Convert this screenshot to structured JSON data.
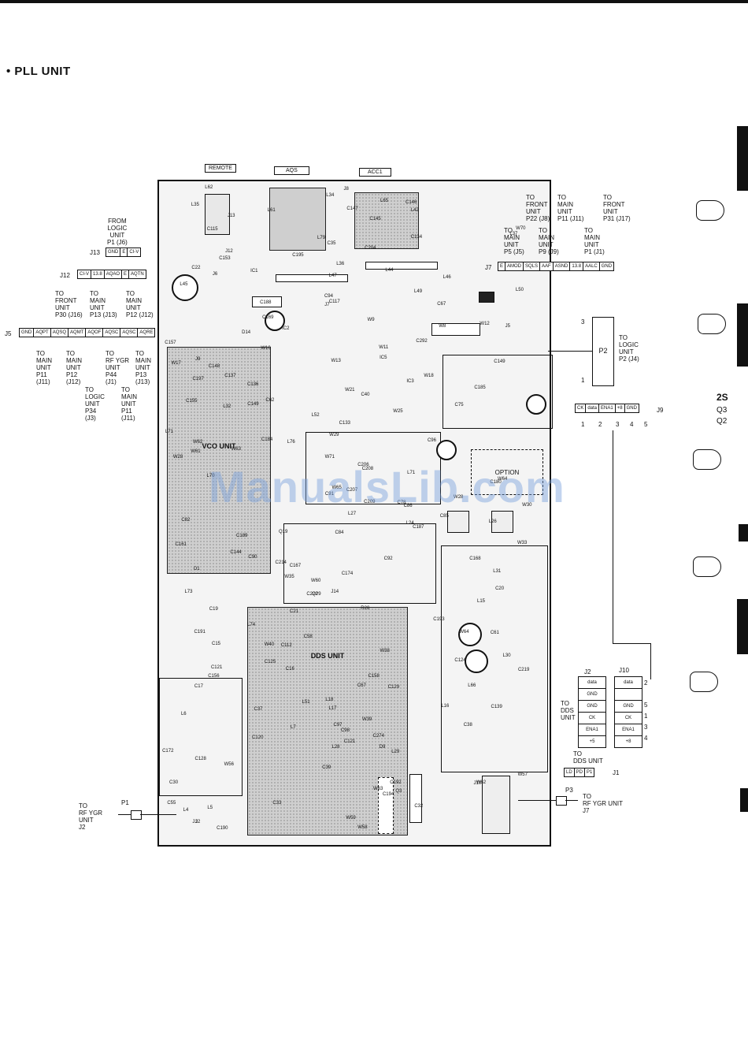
{
  "title": "• PLL UNIT",
  "watermark": "ManualsLib.com",
  "top_tabs": {
    "remote": "REMOTE",
    "aqs": "AQS",
    "acc1": "ACC1"
  },
  "board_units": {
    "vco": "VCO UNIT",
    "dds": "DDS UNIT",
    "option": "OPTION"
  },
  "j13": {
    "from_label": "FROM\nLOGIC\nUNIT\nP1 (J6)",
    "name": "J13",
    "pins": [
      "GND",
      "E",
      "CI-V"
    ]
  },
  "j12": {
    "name": "J12",
    "pins": [
      "CI-V",
      "13.8",
      "AQAO",
      "E",
      "AQTN"
    ],
    "dest": [
      "TO\nFRONT\nUNIT\nP30 (J16)",
      "TO\nMAIN\nUNIT\nP13 (J13)",
      "TO\nMAIN\nUNIT\nP12 (J12)"
    ]
  },
  "j5": {
    "name": "J5",
    "pins": [
      "GND",
      "AQPT",
      "AQSQ",
      "AQMT",
      "AQOF",
      "AQSC",
      "AQSC",
      "AQRE"
    ],
    "dest": [
      "TO\nMAIN\nUNIT\nP11\n(J11)",
      "TO\nMAIN\nUNIT\nP12\n(J12)",
      "TO\nLOGIC\nUNIT\nP34\n(J3)",
      "TO\nRF YGR\nUNIT\nP44\n(J1)",
      "TO\nMAIN\nUNIT\nP11\n(J11)",
      "TO\nMAIN\nUNIT\nP13\n(J13)"
    ]
  },
  "j7": {
    "name": "J7",
    "pins": [
      "E",
      "AMOD",
      "SQLS",
      "AAF",
      "ASND",
      "13.8",
      "AALC",
      "GND"
    ],
    "dest": [
      "TO\nMAIN\nUNIT\nP5 (J5)",
      "TO\nFRONT\nUNIT\nP22 (J8)",
      "TO\nMAIN\nUNIT\nP9 (J9)",
      "TO\nMAIN\nUNIT\nP11 (J11)",
      "TO\nMAIN\nUNIT\nP1 (J1)",
      "TO\nFRONT\nUNIT\nP31 (J17)"
    ]
  },
  "p2": {
    "name": "P2",
    "dest": "TO\nLOGIC\nUNIT\nP2 (J4)",
    "pin_top": "3",
    "pin_bottom": "1"
  },
  "j9": {
    "name": "J9",
    "pins": [
      "CK",
      "data",
      "ENA1",
      "+8",
      "GND"
    ],
    "nums": [
      "1",
      "2",
      "3",
      "4",
      "5"
    ]
  },
  "j2_j10": {
    "j2": "J2",
    "j10": "J10",
    "j2_rows": [
      "data",
      "GND",
      "GND",
      "CK",
      "ENA1",
      "+5"
    ],
    "j10_rows": [
      "data",
      "",
      "GND",
      "CK",
      "ENA1",
      "+8"
    ],
    "nums": [
      "2",
      "5",
      "1",
      "3",
      "4"
    ],
    "dest": "TO\nDDS\nUNIT"
  },
  "j1": {
    "name": "J1",
    "dest": "TO\nDDS UNIT",
    "pins": [
      "LD",
      "PD",
      "P1"
    ]
  },
  "p1": {
    "name": "P1",
    "dest": "TO\nRF YGR\nUNIT\nJ2"
  },
  "p3": {
    "name": "P3",
    "dest": "TO\nRF YGR UNIT\nJ7"
  },
  "side_text": {
    "s1": "2S",
    "s2": "Q3",
    "s3": "Q2"
  },
  "component_labels": [
    "J8",
    "L62",
    "L34",
    "L35",
    "L65",
    "L61",
    "C146",
    "C147",
    "L42",
    "C145",
    "J13",
    "L37",
    "C115",
    "W70",
    "L79",
    "C134",
    "J12",
    "C35",
    "C204",
    "C153",
    "C195",
    "C22",
    "IC1",
    "L36",
    "L44",
    "L46",
    "J6",
    "L47",
    "L45",
    "L49",
    "L50",
    "C94",
    "J7",
    "C117",
    "C188",
    "C67",
    "C169",
    "W12",
    "J5",
    "W8",
    "W9",
    "IC2",
    "D14",
    "C292",
    "W10",
    "C157",
    "W11",
    "J9",
    "W13",
    "IC5",
    "C148",
    "C149",
    "W17",
    "W18",
    "IC3",
    "C136",
    "C137",
    "C197",
    "C40",
    "C185",
    "W21",
    "C62",
    "C155",
    "C149",
    "C75",
    "L32",
    "W25",
    "L52",
    "C133",
    "L71",
    "W29",
    "L76",
    "C96",
    "C184",
    "W61",
    "W62",
    "W63",
    "W28",
    "W71",
    "C208",
    "C206",
    "L70",
    "L71",
    "W64",
    "W65",
    "C180",
    "C207",
    "W28",
    "C209",
    "C78",
    "C91",
    "W30",
    "C86",
    "C85",
    "L27",
    "L26",
    "C82",
    "C84",
    "L24",
    "C187",
    "C189",
    "Q19",
    "W33",
    "C161",
    "C144",
    "C90",
    "C214",
    "C92",
    "C168",
    "C167",
    "L31",
    "D1",
    "C174",
    "W60",
    "W35",
    "L73",
    "J14",
    "C20",
    "Q29",
    "C222",
    "C19",
    "L15",
    "R28",
    "C21",
    "C193",
    "L74",
    "C61",
    "C58",
    "W64",
    "C191",
    "C15",
    "W38",
    "W40",
    "C112",
    "L30",
    "C124",
    "C125",
    "C121",
    "C219",
    "C16",
    "C158",
    "C156",
    "L66",
    "C67",
    "C129",
    "C17",
    "L51",
    "L16",
    "L17",
    "L18",
    "C139",
    "C37",
    "L6",
    "L7",
    "C38",
    "W39",
    "C97",
    "C98",
    "C120",
    "C274",
    "D9",
    "C121",
    "C172",
    "L28",
    "L29",
    "C128",
    "C39",
    "W57",
    "W56",
    "J10",
    "W62",
    "W63",
    "C30",
    "C192",
    "Q3",
    "C33",
    "C194",
    "C32",
    "C55",
    "L5",
    "L4",
    "W59",
    "W58",
    "J2",
    "J1",
    "C190"
  ]
}
